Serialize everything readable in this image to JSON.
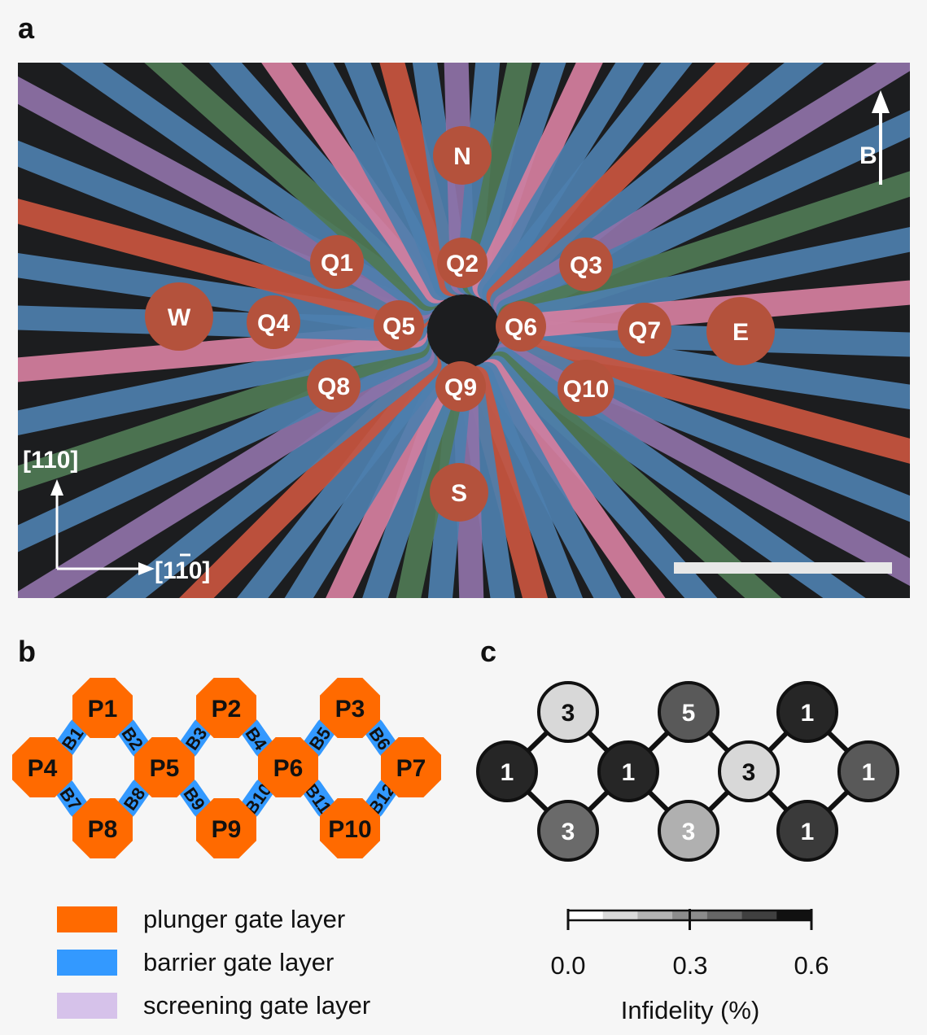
{
  "panel_a": {
    "letter": "a",
    "reservoirs": [
      "N",
      "W",
      "E",
      "S"
    ],
    "qubits": [
      "Q1",
      "Q2",
      "Q3",
      "Q4",
      "Q5",
      "Q6",
      "Q7",
      "Q8",
      "Q9",
      "Q10"
    ],
    "field_label": "B",
    "axis_vertical": "[110]",
    "axis_horizontal": "[̅1̅ 10]",
    "axis_horizontal_text": "[110]",
    "colors": {
      "background": "#1c1d1f",
      "plunger": "#b4523c",
      "plunger_line": "#c9553f",
      "barrier": "#4d7fae",
      "screening": "#8f72a8",
      "green": "#4f7a55",
      "pink": "#d67fa0"
    }
  },
  "panel_b": {
    "letter": "b",
    "plungers": [
      "P1",
      "P2",
      "P3",
      "P4",
      "P5",
      "P6",
      "P7",
      "P8",
      "P9",
      "P10"
    ],
    "barriers": [
      "B1",
      "B2",
      "B3",
      "B4",
      "B5",
      "B6",
      "B7",
      "B8",
      "B9",
      "B10",
      "B11",
      "B12"
    ],
    "colors": {
      "plunger": "#ff6a00",
      "barrier": "#3399ff",
      "screening": "#d6c2ea"
    }
  },
  "legend": [
    {
      "label": "plunger gate layer",
      "color": "#ff6a00"
    },
    {
      "label": "barrier gate layer",
      "color": "#3399ff"
    },
    {
      "label": "screening gate layer",
      "color": "#d6c2ea"
    }
  ],
  "panel_c": {
    "letter": "c",
    "nodes": [
      {
        "label": "3",
        "fill": "#d8d8d8",
        "text": "#111111"
      },
      {
        "label": "5",
        "fill": "#595959",
        "text": "#ffffff"
      },
      {
        "label": "1",
        "fill": "#262626",
        "text": "#ffffff"
      },
      {
        "label": "1",
        "fill": "#262626",
        "text": "#ffffff"
      },
      {
        "label": "1",
        "fill": "#262626",
        "text": "#ffffff"
      },
      {
        "label": "3",
        "fill": "#d8d8d8",
        "text": "#111111"
      },
      {
        "label": "1",
        "fill": "#595959",
        "text": "#ffffff"
      },
      {
        "label": "3",
        "fill": "#6a6a6a",
        "text": "#ffffff"
      },
      {
        "label": "3",
        "fill": "#b0b0b0",
        "text": "#ffffff"
      },
      {
        "label": "1",
        "fill": "#3a3a3a",
        "text": "#ffffff"
      }
    ],
    "colorbar": {
      "ticks": [
        "0.0",
        "0.3",
        "0.6"
      ],
      "label": "Infidelity (%)",
      "steps": [
        "#ffffff",
        "#d9d9d9",
        "#b3b3b3",
        "#8c8c8c",
        "#666666",
        "#404040",
        "#111111"
      ]
    }
  }
}
